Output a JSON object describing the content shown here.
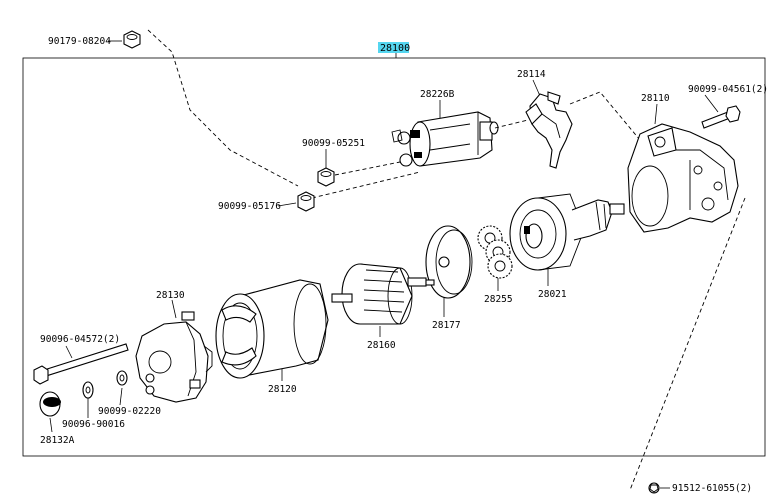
{
  "assembly": {
    "number": "28100",
    "highlight": "#55d6f0"
  },
  "labels": {
    "p90179_08204": "90179-08204",
    "p28226b": "28226B",
    "p28114": "28114",
    "p28110": "28110",
    "p90099_04561": "90099-04561(2)",
    "p90099_05251": "90099-05251",
    "p90099_05176": "90099-05176",
    "p28255": "28255",
    "p28021": "28021",
    "p28177": "28177",
    "p28130": "28130",
    "p28160": "28160",
    "p90096_04572": "90096-04572(2)",
    "p28120": "28120",
    "p90099_02220": "90099-02220",
    "p90096_90016": "90096-90016",
    "p28132a": "28132A",
    "p91512_61055": "91512-61055(2)"
  },
  "icons": [
    "nut-icon",
    "bolt-icon",
    "solenoid-icon",
    "lever-icon",
    "housing-icon",
    "clutch-icon",
    "gear-icon",
    "plate-icon",
    "armature-icon",
    "yoke-icon",
    "end-frame-icon",
    "washer-icon",
    "cap-icon"
  ]
}
